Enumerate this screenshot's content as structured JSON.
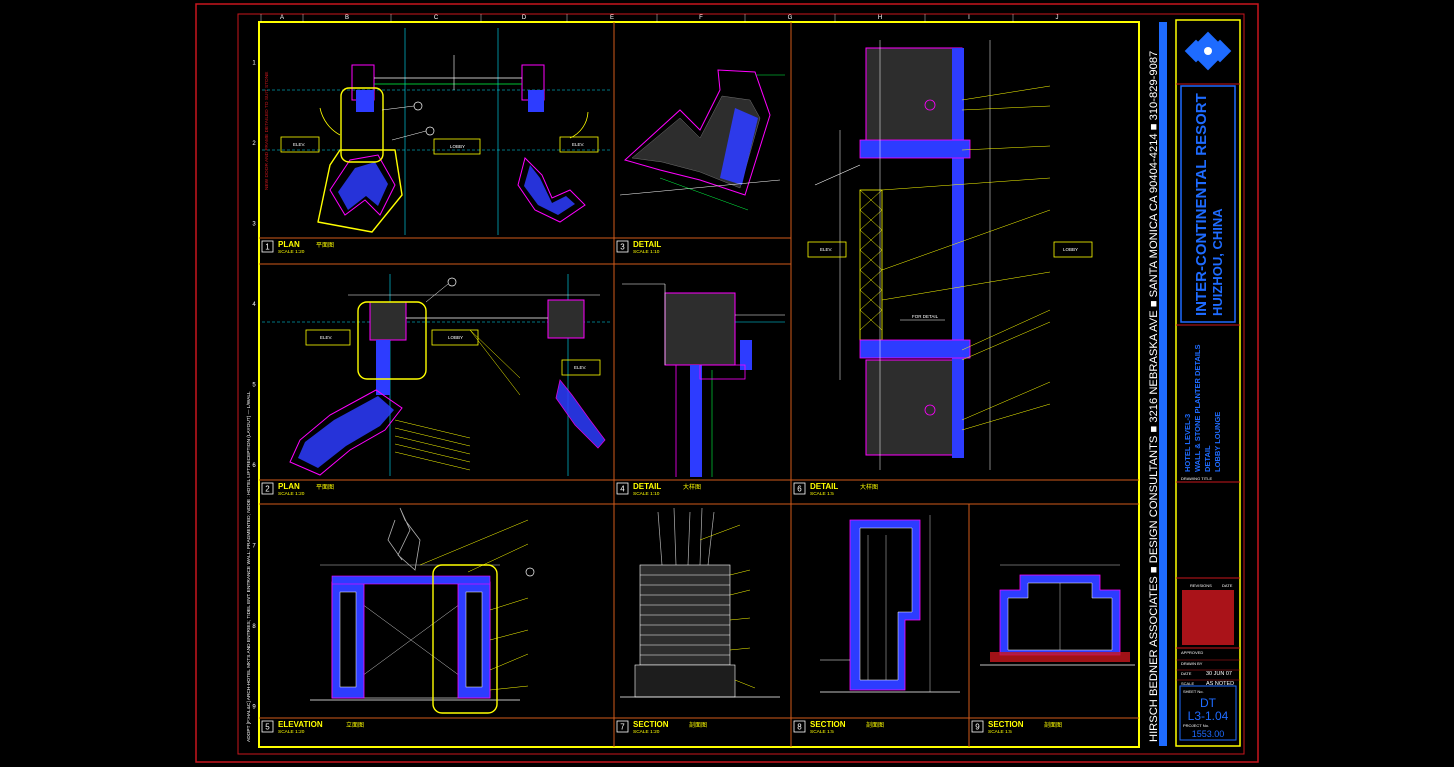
{
  "colors": {
    "background": "#000000",
    "border_red": "#c8161d",
    "frame_yellow": "#ffff00",
    "panel_orange": "#d05a1a",
    "line_blue": "#2d3cff",
    "line_cyan": "#00e5ff",
    "line_magenta": "#ff00ff",
    "line_white": "#ffffff",
    "line_green": "#00ff44",
    "title_blue": "#1e6bff"
  },
  "grid_letters": [
    "A",
    "B",
    "C",
    "D",
    "E",
    "F",
    "G",
    "H",
    "I",
    "J"
  ],
  "grid_numbers": [
    "1",
    "2",
    "3",
    "4",
    "5",
    "6",
    "7",
    "8",
    "9"
  ],
  "left_margin_note": "ADOPT [F:HAL&C] ARCH-HOTEL MKTS AND ENTRIES; TIDEL ENT: ENTRANCE WALL: FRAGMENTED; NODE : HOTEL LIFT:RECEPTION (LAYOUT) — L/WALL",
  "left_red_note": "NEW DOOR AND FRAME DETAILED TO SUIT STONE",
  "panels": [
    {
      "num": "1",
      "title": "PLAN",
      "cn": "平面图",
      "scale": "SCALE 1:20"
    },
    {
      "num": "2",
      "title": "PLAN",
      "cn": "平面图",
      "scale": "SCALE 1:20"
    },
    {
      "num": "3",
      "title": "DETAIL",
      "cn": "",
      "scale": "SCALE 1:10"
    },
    {
      "num": "4",
      "title": "DETAIL",
      "cn": "大样图",
      "scale": "SCALE 1:10"
    },
    {
      "num": "5",
      "title": "ELEVATION",
      "cn": "立面图",
      "scale": "SCALE 1:20"
    },
    {
      "num": "6",
      "title": "DETAIL",
      "cn": "大样图",
      "scale": "SCALE 1:5"
    },
    {
      "num": "7",
      "title": "SECTION",
      "cn": "剖面图",
      "scale": "SCALE 1:20"
    },
    {
      "num": "8",
      "title": "SECTION",
      "cn": "剖面图",
      "scale": "SCALE 1:5"
    },
    {
      "num": "9",
      "title": "SECTION",
      "cn": "剖面图",
      "scale": "SCALE 1:5"
    }
  ],
  "room_tags": {
    "elev": "ELEV.",
    "lobby": "LOBBY",
    "for_detail": "FOR DETAIL"
  },
  "title_block": {
    "firm_vertical": "HIRSCH BEDNER ASSOCIATES  ■  DESIGN CONSULTANTS  ■  3216 NEBRASKA AVE  ■  SANTA MONICA CA 90404-4214  ■  310-829-9087",
    "project_name": "INTER-CONTINENTAL RESORT",
    "project_location": "HUIZHOU, CHINA",
    "drawing_title_label": "DRAWING TITLE",
    "drawing_title_lines": [
      "HOTEL LEVEL-3",
      "WALL & STONE PLANTER DETAILS",
      "DETAIL",
      "LOBBY LOUNGE"
    ],
    "revisions_label": "REVISIONS",
    "date_label": "DATE",
    "approved_label": "APPROVED",
    "drawn_by_label": "DRAWN BY",
    "date_row_label": "DATE",
    "date_value": "30 JUN 07",
    "scale_row_label": "SCALE",
    "scale_value": "AS NOTED",
    "sheet_no_label": "SHEET No.",
    "sheet_prefix": "DT",
    "sheet_no": "L3-1.04",
    "project_no_label": "PROJECT No.",
    "project_no": "1553.00"
  }
}
